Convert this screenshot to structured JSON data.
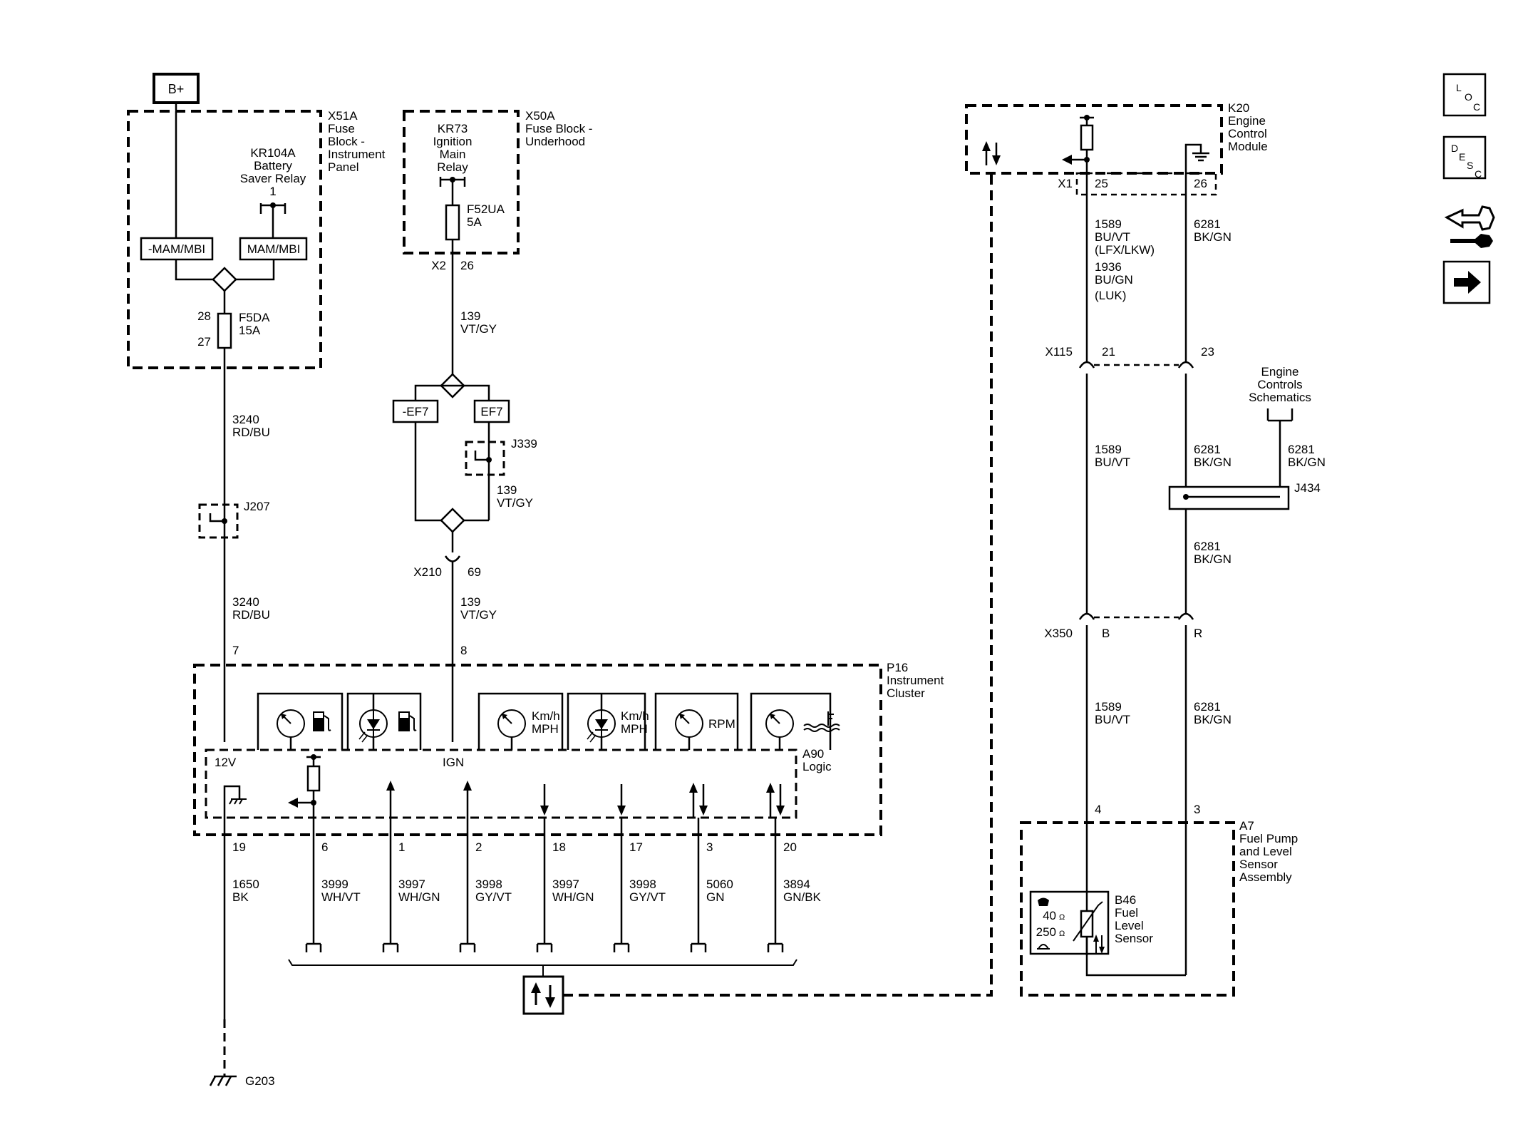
{
  "power": {
    "bplus": "B+"
  },
  "x51a": {
    "name": "X51A",
    "desc1": "Fuse",
    "desc2": "Block -",
    "desc3": "Instrument",
    "desc4": "Panel",
    "relay_l1": "KR104A",
    "relay_l2": "Battery",
    "relay_l3": "Saver Relay",
    "relay_pin": "1",
    "mam_left": "-MAM/MBI",
    "mam_right": "MAM/MBI",
    "pin_a": "28",
    "pin_b": "27",
    "fuse_name": "F5DA",
    "fuse_amp": "15A"
  },
  "x50a": {
    "name": "X50A",
    "desc1": "Fuse Block -",
    "desc2": "Underhood",
    "relay_l1": "KR73",
    "relay_l2": "Ignition",
    "relay_l3": "Main",
    "relay_l4": "Relay",
    "fuse_name": "F52UA",
    "fuse_amp": "5A",
    "conn": "X2",
    "pin": "26"
  },
  "wires_left": {
    "w139a_n": "139",
    "w139a_c": "VT/GY",
    "ef7_left": "-EF7",
    "ef7_right": "EF7",
    "j339": "J339",
    "w139b_n": "139",
    "w139b_c": "VT/GY",
    "x210": "X210",
    "x210_pin": "69",
    "w139c_n": "139",
    "w139c_c": "VT/GY",
    "pin8": "8",
    "w3240a_n": "3240",
    "w3240a_c": "RD/BU",
    "j207": "J207",
    "w3240b_n": "3240",
    "w3240b_c": "RD/BU",
    "pin7": "7"
  },
  "p16": {
    "name": "P16",
    "desc1": "Instrument",
    "desc2": "Cluster",
    "a90": "A90",
    "logic": "Logic",
    "v12": "12V",
    "ign": "IGN",
    "kmh1": "Km/h",
    "mph1": "MPH",
    "kmh2": "Km/h",
    "mph2": "MPH",
    "rpm": "RPM"
  },
  "bottom_pins": [
    {
      "pin": "19",
      "num": "1650",
      "color": "BK"
    },
    {
      "pin": "6",
      "num": "3999",
      "color": "WH/VT"
    },
    {
      "pin": "1",
      "num": "3997",
      "color": "WH/GN"
    },
    {
      "pin": "2",
      "num": "3998",
      "color": "GY/VT"
    },
    {
      "pin": "18",
      "num": "3997",
      "color": "WH/GN"
    },
    {
      "pin": "17",
      "num": "3998",
      "color": "GY/VT"
    },
    {
      "pin": "3",
      "num": "5060",
      "color": "GN"
    },
    {
      "pin": "20",
      "num": "3894",
      "color": "GN/BK"
    }
  ],
  "ground": {
    "name": "G203"
  },
  "k20": {
    "name": "K20",
    "desc1": "Engine",
    "desc2": "Control",
    "desc3": "Module",
    "conn": "X1",
    "pin_a": "25",
    "pin_b": "26"
  },
  "right_wires": {
    "a_num": "1589",
    "a_color": "BU/VT",
    "a_note": "(LFX/LKW)",
    "b_num": "1936",
    "b_color": "BU/GN",
    "b_note": "(LUK)",
    "c_num": "6281",
    "c_color": "BK/GN",
    "x115": "X115",
    "x115_a": "21",
    "x115_b": "23",
    "ecs1": "Engine",
    "ecs2": "Controls",
    "ecs3": "Schematics",
    "d_num": "1589",
    "d_color": "BU/VT",
    "e_num": "6281",
    "e_color": "BK/GN",
    "f_num": "6281",
    "f_color": "BK/GN",
    "j434": "J434",
    "g_num": "6281",
    "g_color": "BK/GN",
    "x350": "X350",
    "x350_a": "B",
    "x350_b": "R",
    "h_num": "1589",
    "h_color": "BU/VT",
    "i_num": "6281",
    "i_color": "BK/GN",
    "pin4": "4",
    "pin3": "3"
  },
  "a7": {
    "name": "A7",
    "desc1": "Fuel Pump",
    "desc2": "and Level",
    "desc3": "Sensor",
    "desc4": "Assembly",
    "b46": "B46",
    "b46_d1": "Fuel",
    "b46_d2": "Level",
    "b46_d3": "Sensor",
    "ohm40": "40",
    "ohm250": "250",
    "ohm_sym": "Ω"
  },
  "nav": {
    "loc": [
      "L",
      "O",
      "C"
    ],
    "desc": [
      "D",
      "E",
      "S",
      "C"
    ]
  },
  "icons": [
    "fuel-gauge-icon",
    "fuel-indicator-icon",
    "speedometer-icon",
    "speed-indicator-icon",
    "tachometer-icon",
    "temperature-gauge-icon",
    "swap-arrows-icon",
    "repair-icon",
    "next-arrow-icon"
  ]
}
